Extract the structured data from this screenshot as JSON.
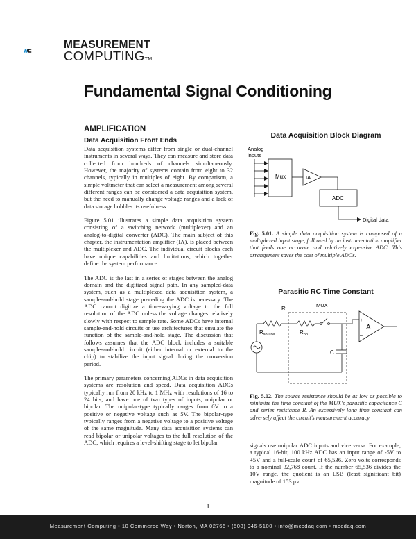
{
  "brand": {
    "name_line1": "MEASUREMENT",
    "name_line2": "COMPUTING",
    "trademark": "TM",
    "colors": {
      "logo_blue": "#1a8fd0",
      "logo_dark": "#1a1a1a"
    }
  },
  "title": "Fundamental Signal Conditioning",
  "section": {
    "heading": "AMPLIFICATION",
    "subheading": "Data Acquisition Front Ends",
    "paragraphs": [
      "Data acquisition systems differ from single or dual-channel instruments in several ways. They can measure and store data collected from hundreds of channels simultaneously. However, the majority of systems contain from eight to 32 channels, typically in multiples of eight. By comparison, a simple voltmeter that can select a measurement among several different ranges can be considered a data acquisition system, but the need to manually change voltage ranges and a lack of data storage hobbles its usefulness.",
      "Figure 5.01 illustrates a simple data acquisition system consisting of a switching network (multiplexer) and an analog-to-digital converter (ADC). The main subject of this chapter, the instrumentation amplifier (IA), is placed between the multiplexer and ADC. The individual circuit blocks each have unique capabilities and limitations, which together define the system performance.",
      "The ADC is the last in a series of stages between the analog domain and the digitized signal path. In any sampled-data system, such as a multiplexed data acquisition system, a sample-and-hold stage preceding the ADC is necessary. The ADC cannot digitize a time-varying voltage to the full resolution of the ADC unless the voltage changes relatively slowly with respect to sample rate. Some ADCs have internal sample-and-hold circuits or use architectures that emulate the function of the sample-and-hold stage. The discussion that follows assumes that the ADC block includes a suitable sample-and-hold circuit (either internal or external to the chip) to stabilize the input signal during the conversion period.",
      "The primary parameters concerning ADCs in data acquisition systems are resolution and speed. Data acquisition ADCs typically run from 20 kHz to 1 MHz with resolutions of 16 to 24 bits, and have one of two types of inputs, unipolar or bipolar. The unipolar-type typically ranges from 0V to a positive or negative voltage such as 5V. The bipolar-type typically ranges from a negative voltage to a positive voltage of the same magnitude. Many data acquisition systems can read bipolar or unipolar voltages to the full resolution of the ADC, which requires a level-shifting stage to let bipolar"
    ],
    "continuation": "signals use unipolar ADC inputs and vice versa. For example, a typical 16-bit, 100 kHz ADC has an input range of -5V to +5V and a full-scale count of 65,536. Zero volts corresponds to a nominal 32,768 count. If the number 65,536 divides the 10V range, the quotient is an LSB (least significant bit) magnitude of 153 μv."
  },
  "figure1": {
    "title": "Data Acquisition Block Diagram",
    "labels": {
      "analog_line1": "Analog",
      "analog_line2": "inputs",
      "mux": "Mux",
      "ia": "IA",
      "adc": "ADC",
      "digital": "Digital data"
    },
    "caption_label": "Fig. 5.01.",
    "caption_text": " A simple data acquisition system is composed of a multiplexed input stage, followed by an instrumentation amplifier that feeds one accurate and relatively expensive ADC. This arrangement saves the cost of multiple ADCs."
  },
  "figure2": {
    "title": "Parasitic RC Time Constant",
    "labels": {
      "r": "R",
      "mux": "MUX",
      "rsource_main": "R",
      "rsource_sub": "source",
      "ron_main": "R",
      "ron_sub": "on",
      "amp": "A",
      "cap": "C",
      "plus": "+",
      "minus": "–"
    },
    "caption_label": "Fig. 5.02.",
    "caption_text": " The source resistance should be as low as possible to minimize the time constant of the MUX's parasitic capacitance C and series resistance R. An excessively long time constant can adversely affect the circuit's measurement accuracy."
  },
  "page_number": "1",
  "footer": "Measurement Computing • 10 Commerce Way • Norton, MA 02766 • (508) 946-5100 • info@mccdaq.com • mccdaq.com"
}
